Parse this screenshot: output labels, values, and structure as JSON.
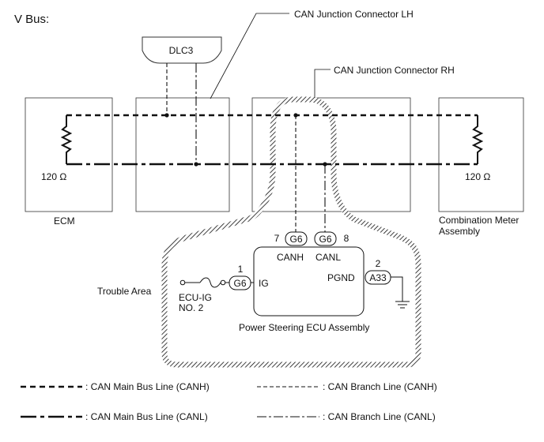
{
  "title": "V Bus:",
  "components": {
    "dlc3": "DLC3",
    "can_junction_lh": "CAN Junction Connector LH",
    "can_junction_rh": "CAN Junction Connector RH",
    "ecm": "ECM",
    "ecm_resistor": "120 Ω",
    "meter_line1": "Combination Meter",
    "meter_line2": "Assembly",
    "meter_resistor": "120 Ω",
    "ps_ecu": "Power Steering ECU Assembly",
    "trouble_area": "Trouble Area",
    "fuse_line1": "ECU-IG",
    "fuse_line2": "NO. 2"
  },
  "pins": {
    "canh_pin": "7",
    "canh_conn": "G6",
    "canh_label": "CANH",
    "canl_pin": "8",
    "canl_conn": "G6",
    "canl_label": "CANL",
    "ig_pin": "1",
    "ig_conn": "G6",
    "ig_label": "IG",
    "pgnd_pin": "2",
    "pgnd_conn": "A33",
    "pgnd_label": "PGND"
  },
  "legend": [
    {
      "label": ": CAN Main Bus Line (CANH)"
    },
    {
      "label": ": CAN Branch Line (CANH)"
    },
    {
      "label": ": CAN Main Bus Line (CANL)"
    },
    {
      "label": ": CAN Branch Line (CANL)"
    }
  ],
  "colors": {
    "line": "#111111",
    "background": "#ffffff"
  }
}
